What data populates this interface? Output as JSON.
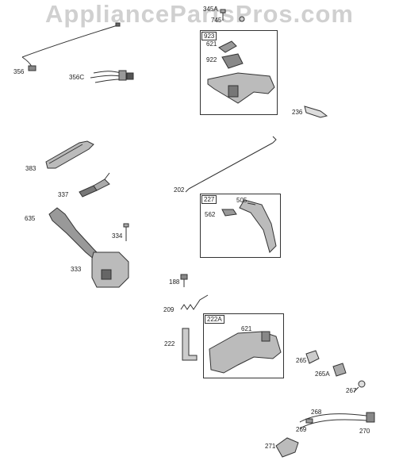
{
  "watermark": "AppliancePartsPros.com",
  "callouts": {
    "c345A": "345A",
    "c745": "745",
    "c923": "923",
    "c621a": "621",
    "c922": "922",
    "c236": "236",
    "c356": "356",
    "c356C": "356C",
    "c383": "383",
    "c337": "337",
    "c202": "202",
    "c227": "227",
    "c505": "505",
    "c562": "562",
    "c635": "635",
    "c334": "334",
    "c333": "333",
    "c188": "188",
    "c209": "209",
    "c222A": "222A",
    "c621b": "621",
    "c222": "222",
    "c265": "265",
    "c265A": "265A",
    "c267": "267",
    "c268": "268",
    "c269": "269",
    "c270": "270",
    "c271": "271"
  }
}
